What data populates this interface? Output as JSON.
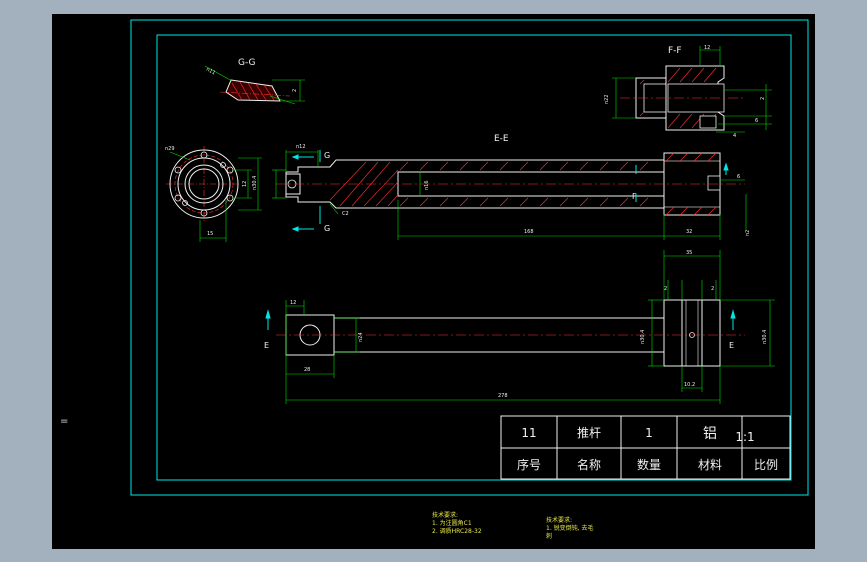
{
  "views": {
    "section_gg": "G-G",
    "section_ee": "E-E",
    "section_ff": "F-F",
    "cut_g": "G",
    "cut_e": "E",
    "cut_f": "F"
  },
  "dimensions": {
    "d_total_len": "278",
    "d_bore_len": "168",
    "d_head_len": "32",
    "d_head_w": "35",
    "d_bore_dia": "n16",
    "d_rod_dia": "n24",
    "d_flange_dia": "n30.4",
    "d_left_dia": "n30.4",
    "d_right_dia": "n30.4",
    "d_slot": "12",
    "d_slot_top": "n12",
    "d_pin": "28",
    "d_pin2": "12",
    "d_c2": "C2",
    "d_15": "15",
    "d_n22": "n22",
    "d_10_2": "10.2",
    "d_n2": "n2",
    "d_2": "2",
    "d_4": "4",
    "d_6": "6",
    "d_12b": "12",
    "d_n29": "n29",
    "d_n11": "n11"
  },
  "title_block": {
    "row1": {
      "no": "11",
      "name": "推杆",
      "qty": "1",
      "material": "铝",
      "scale": "1:1"
    },
    "row2": {
      "no": "序号",
      "name": "名称",
      "qty": "数量",
      "material": "材料",
      "scale": "比例"
    }
  },
  "notes_left": {
    "title": "技术要求:",
    "line1": "1. 为注圆角C1",
    "line2": "2. 调质HRC28-32"
  },
  "notes_right": {
    "title": "技术要求:",
    "line1": "1. 锐变倒钝, 去毛",
    "line2": "刺"
  },
  "side_mark": "="
}
